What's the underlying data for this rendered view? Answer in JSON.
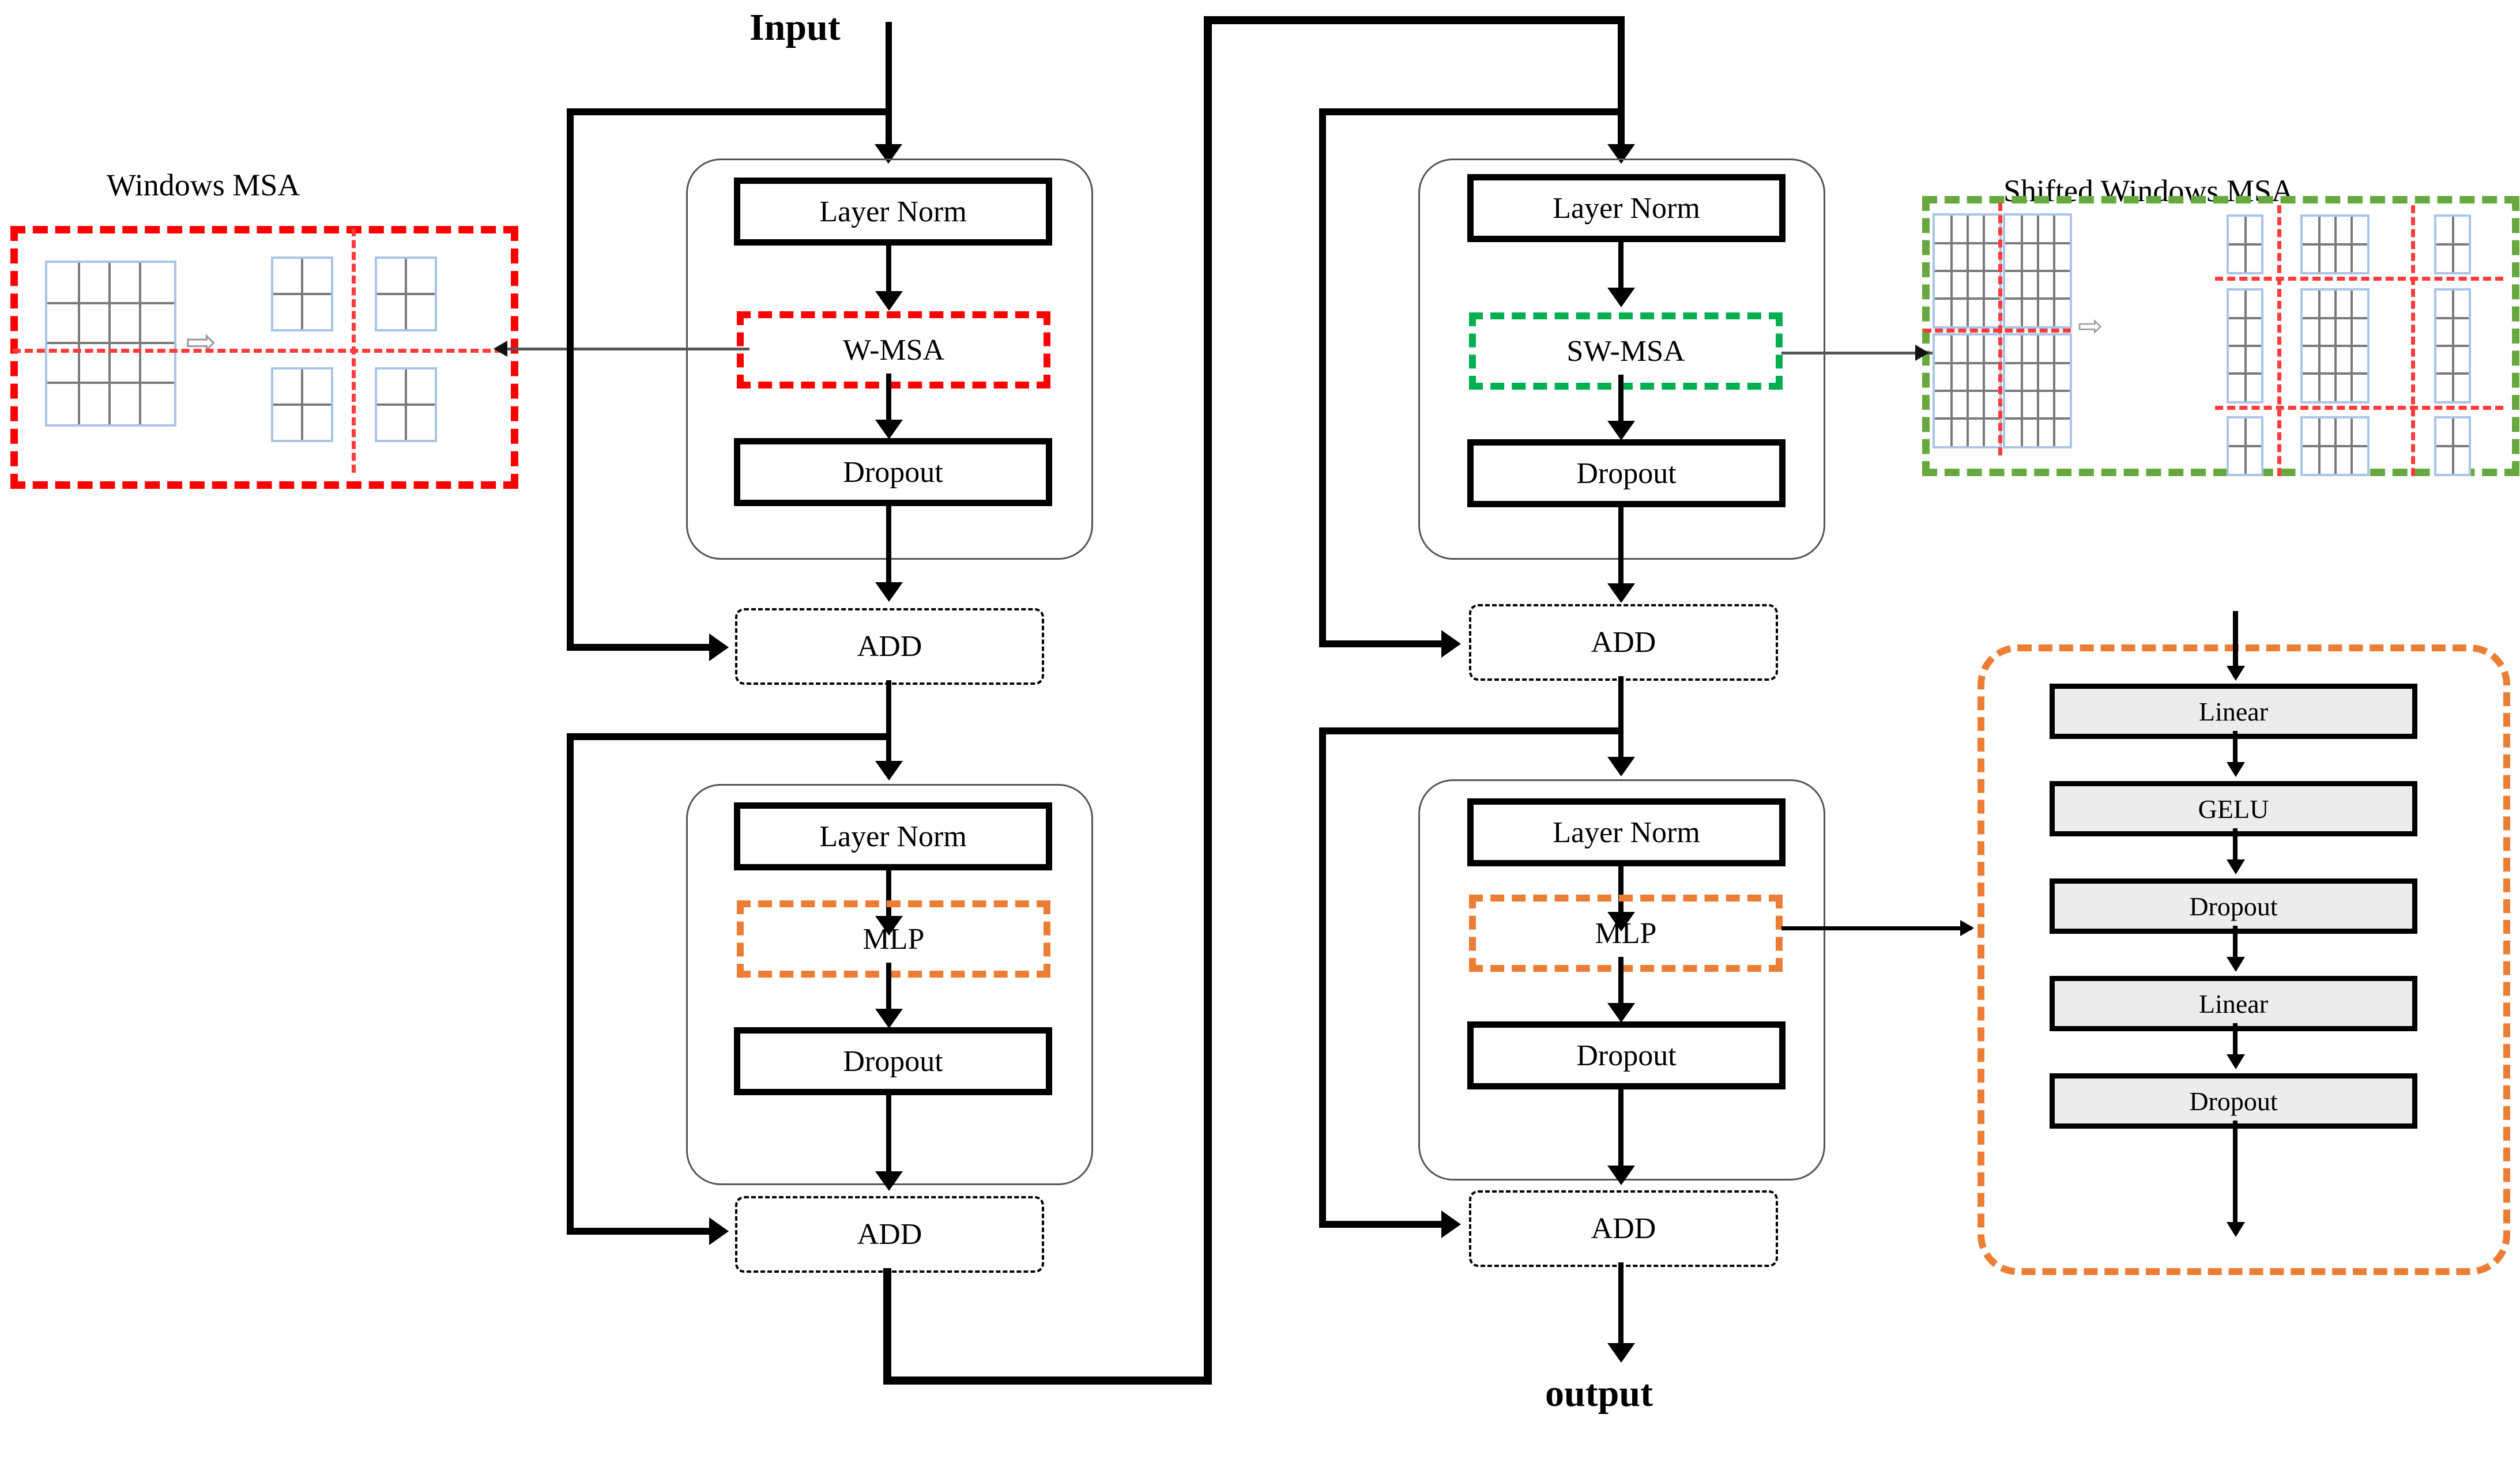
{
  "diagram": {
    "title_input": "Input",
    "title_output": "output",
    "panel_left_title": "Windows MSA",
    "panel_right_title": "Shifted Windows MSA"
  },
  "blocks": {
    "layer_norm": "Layer Norm",
    "dropout": "Dropout",
    "add": "ADD",
    "w_msa": "W-MSA",
    "sw_msa": "SW-MSA",
    "mlp": "MLP",
    "linear": "Linear",
    "gelu": "GELU"
  },
  "mlp_detail": {
    "items": [
      {
        "label": "Linear"
      },
      {
        "label": "GELU"
      },
      {
        "label": "Dropout"
      },
      {
        "label": "Linear"
      },
      {
        "label": "Dropout"
      }
    ]
  },
  "stages": [
    {
      "id": "w-msa-attention-stage",
      "norm": "Layer Norm",
      "attn": "W-MSA",
      "drop": "Dropout",
      "add": "ADD"
    },
    {
      "id": "w-msa-mlp-stage",
      "norm": "Layer Norm",
      "attn": "MLP",
      "drop": "Dropout",
      "add": "ADD"
    },
    {
      "id": "sw-msa-attention-stage",
      "norm": "Layer Norm",
      "attn": "SW-MSA",
      "drop": "Dropout",
      "add": "ADD"
    },
    {
      "id": "sw-msa-mlp-stage",
      "norm": "Layer Norm",
      "attn": "MLP",
      "drop": "Dropout",
      "add": "ADD"
    }
  ],
  "colors": {
    "w_msa_accent": "#FF0000",
    "sw_msa_accent": "#00B050",
    "mlp_accent": "#EC7D34",
    "window_border": "#A8C4E8",
    "grid_line": "#7a7a7a",
    "shifted_frame": "#67A93F",
    "split_line": "#FF3B3B",
    "box_fill": "#ececec"
  },
  "icons": {
    "transform_arrow": "⇨"
  }
}
